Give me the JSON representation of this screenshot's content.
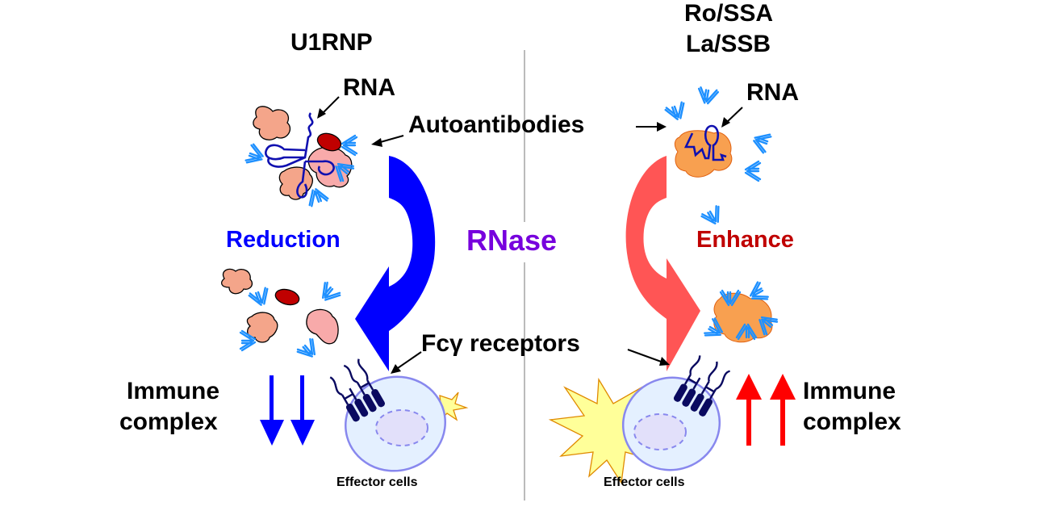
{
  "left_panel": {
    "title": "U1RNP",
    "rna_label": "RNA",
    "effect_label": "Reduction",
    "effect_color": "#0000ff",
    "curved_arrow_color": "#0000ff",
    "immune_complex_label_line1": "Immune",
    "immune_complex_label_line2": "complex",
    "immune_complex_direction": "down",
    "immune_complex_arrow_color": "#0000ff",
    "effector_cells_label": "Effector cells"
  },
  "right_panel": {
    "title_line1": "Ro/SSA",
    "title_line2": "La/SSB",
    "rna_label": "RNA",
    "effect_label": "Enhance",
    "effect_color": "#c00000",
    "curved_arrow_color": "#ff5555",
    "immune_complex_label_line1": "Immune",
    "immune_complex_label_line2": "complex",
    "immune_complex_direction": "up",
    "immune_complex_arrow_color": "#ff0000",
    "effector_cells_label": "Effector cells"
  },
  "center": {
    "label": "RNase",
    "label_color": "#7700dd",
    "autoantibodies_label": "Autoantibodies",
    "fc_receptors_label": "Fcγ receptors"
  },
  "colors": {
    "antibody": "#1e90ff",
    "rna_strand": "#1010b0",
    "protein_salmon": "#f4a58a",
    "protein_pink": "#f8aaaa",
    "protein_orange": "#f8a050",
    "protein_red": "#c00000",
    "cell_fill": "#e4f0ff",
    "cell_stroke": "#8888ee",
    "nucleus_fill": "#e2e0fa",
    "receptor": "#0a0a60",
    "burst_fill": "#ffff99",
    "burst_stroke": "#e08a00",
    "divider": "#bbbbbb"
  }
}
